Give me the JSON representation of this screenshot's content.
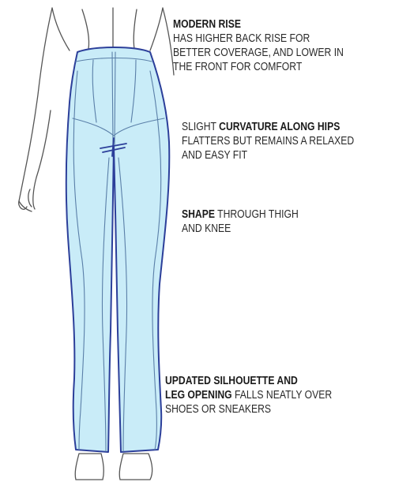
{
  "colors": {
    "pants_fill": "#c9ecf8",
    "pants_outline": "#2c3f9a",
    "seam_line": "#5a7fa8",
    "body_outline": "#555555",
    "text": "#2a2a2a"
  },
  "annotations": {
    "modern_rise": {
      "title": "MODERN RISE",
      "line1": "HAS HIGHER BACK RISE FOR",
      "line2": "BETTER COVERAGE, AND LOWER IN",
      "line3": "THE FRONT FOR COMFORT"
    },
    "curvature": {
      "prefix": "SLIGHT ",
      "bold": "CURVATURE ALONG HIPS",
      "line2": "FLATTERS BUT REMAINS A RELAXED",
      "line3": "AND EASY FIT"
    },
    "shape": {
      "bold": "SHAPE",
      "suffix": " THROUGH THIGH",
      "line2": "AND KNEE"
    },
    "silhouette": {
      "bold1": "UPDATED SILHOUETTE AND",
      "bold2": "LEG OPENING",
      "suffix2": " FALLS NEATLY OVER",
      "line3": "SHOES OR SNEAKERS"
    }
  }
}
